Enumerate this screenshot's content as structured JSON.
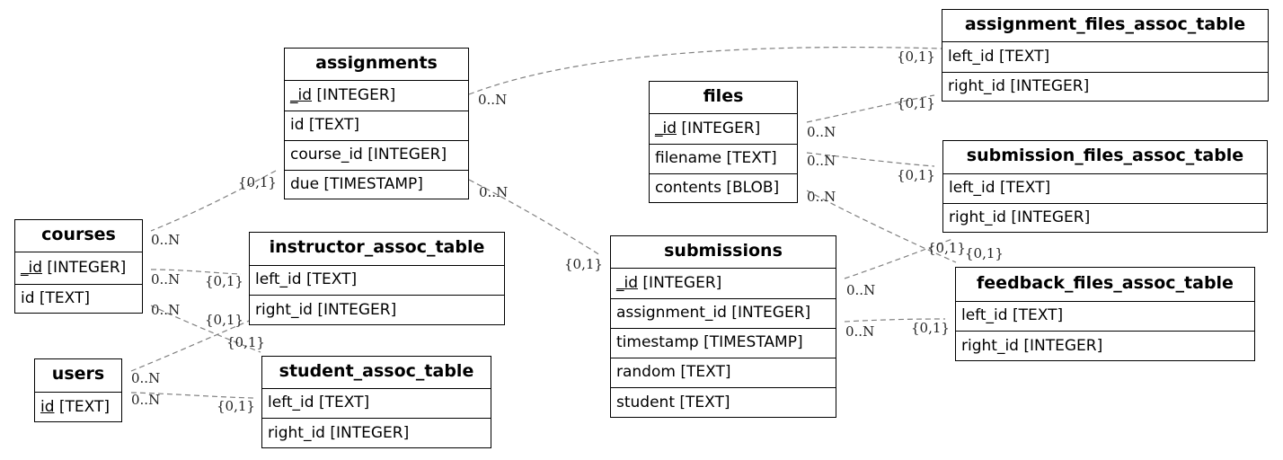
{
  "entities": {
    "assignments": {
      "name": "assignments",
      "fields": [
        {
          "key": "_id",
          "type": " [INTEGER]",
          "pk": true
        },
        {
          "key": "id",
          "type": " [TEXT]",
          "pk": false
        },
        {
          "key": "course_id",
          "type": " [INTEGER]",
          "pk": false
        },
        {
          "key": "due",
          "type": " [TIMESTAMP]",
          "pk": false
        }
      ]
    },
    "courses": {
      "name": "courses",
      "fields": [
        {
          "key": "_id",
          "type": " [INTEGER]",
          "pk": true
        },
        {
          "key": "id",
          "type": " [TEXT]",
          "pk": false
        }
      ]
    },
    "users": {
      "name": "users",
      "fields": [
        {
          "key": "id",
          "type": " [TEXT]",
          "pk": true
        }
      ]
    },
    "instructor_assoc_table": {
      "name": "instructor_assoc_table",
      "fields": [
        {
          "key": "left_id",
          "type": " [TEXT]",
          "pk": false
        },
        {
          "key": "right_id",
          "type": " [INTEGER]",
          "pk": false
        }
      ]
    },
    "student_assoc_table": {
      "name": "student_assoc_table",
      "fields": [
        {
          "key": "left_id",
          "type": " [TEXT]",
          "pk": false
        },
        {
          "key": "right_id",
          "type": " [INTEGER]",
          "pk": false
        }
      ]
    },
    "files": {
      "name": "files",
      "fields": [
        {
          "key": "_id",
          "type": " [INTEGER]",
          "pk": true
        },
        {
          "key": "filename",
          "type": " [TEXT]",
          "pk": false
        },
        {
          "key": "contents",
          "type": " [BLOB]",
          "pk": false
        }
      ]
    },
    "submissions": {
      "name": "submissions",
      "fields": [
        {
          "key": "_id",
          "type": " [INTEGER]",
          "pk": true
        },
        {
          "key": "assignment_id",
          "type": " [INTEGER]",
          "pk": false
        },
        {
          "key": "timestamp",
          "type": " [TIMESTAMP]",
          "pk": false
        },
        {
          "key": "random",
          "type": " [TEXT]",
          "pk": false
        },
        {
          "key": "student",
          "type": " [TEXT]",
          "pk": false
        }
      ]
    },
    "assignment_files_assoc_table": {
      "name": "assignment_files_assoc_table",
      "fields": [
        {
          "key": "left_id",
          "type": " [TEXT]",
          "pk": false
        },
        {
          "key": "right_id",
          "type": " [INTEGER]",
          "pk": false
        }
      ]
    },
    "submission_files_assoc_table": {
      "name": "submission_files_assoc_table",
      "fields": [
        {
          "key": "left_id",
          "type": " [TEXT]",
          "pk": false
        },
        {
          "key": "right_id",
          "type": " [INTEGER]",
          "pk": false
        }
      ]
    },
    "feedback_files_assoc_table": {
      "name": "feedback_files_assoc_table",
      "fields": [
        {
          "key": "left_id",
          "type": " [TEXT]",
          "pk": false
        },
        {
          "key": "right_id",
          "type": " [INTEGER]",
          "pk": false
        }
      ]
    }
  },
  "relationships": [
    {
      "from": "assignments",
      "to": "assignment_files_assoc_table",
      "from_card": "0..N",
      "to_card": "{0,1}"
    },
    {
      "from": "assignments",
      "to": "courses",
      "from_card": "{0,1}",
      "to_card": "0..N"
    },
    {
      "from": "assignments",
      "to": "submissions",
      "from_card": "0..N",
      "to_card": "{0,1}"
    },
    {
      "from": "courses",
      "to": "instructor_assoc_table",
      "from_card": "0..N",
      "to_card": "{0,1}"
    },
    {
      "from": "courses",
      "to": "student_assoc_table",
      "from_card": "0..N",
      "to_card": "{0,1}"
    },
    {
      "from": "users",
      "to": "instructor_assoc_table",
      "from_card": "0..N",
      "to_card": "{0,1}"
    },
    {
      "from": "users",
      "to": "student_assoc_table",
      "from_card": "0..N",
      "to_card": "{0,1}"
    },
    {
      "from": "files",
      "to": "assignment_files_assoc_table",
      "from_card": "0..N",
      "to_card": "{0,1}"
    },
    {
      "from": "files",
      "to": "submission_files_assoc_table",
      "from_card": "0..N",
      "to_card": "{0,1}"
    },
    {
      "from": "files",
      "to": "feedback_files_assoc_table",
      "from_card": "0..N",
      "to_card": "{0,1}"
    },
    {
      "from": "submissions",
      "to": "feedback_files_assoc_table",
      "from_card": "0..N",
      "to_card": "{0,1}"
    },
    {
      "from": "submissions",
      "to": "submission_files_assoc_table",
      "from_card": "0..N",
      "to_card": "{0,1}"
    }
  ],
  "colors": {
    "edge": "#808080",
    "border": "#000000"
  }
}
